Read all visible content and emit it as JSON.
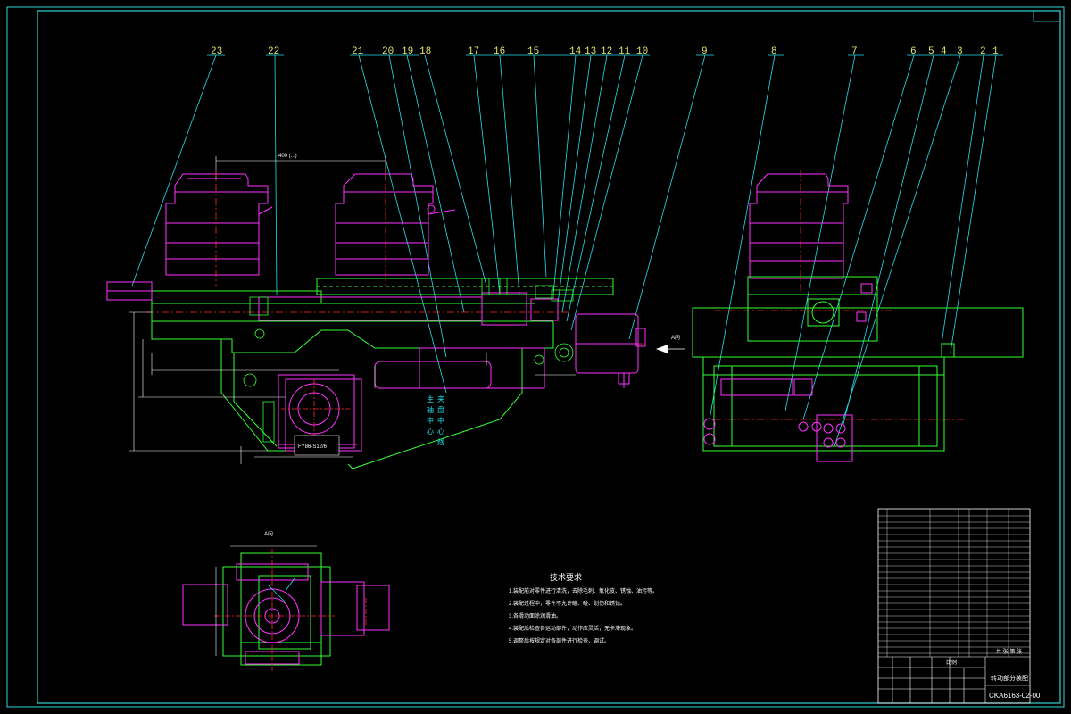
{
  "drawing": {
    "callouts": [
      "23",
      "22",
      "21",
      "20",
      "19",
      "18",
      "17",
      "16",
      "15",
      "14",
      "13",
      "12",
      "11",
      "10",
      "9",
      "8",
      "7",
      "6",
      "5",
      "4",
      "3",
      "2",
      "1"
    ],
    "dimension_top": "400 (...)",
    "view_label_right": "A向",
    "view_label_bottom": "A向",
    "cylinder_label": "FY86-S12/6",
    "axis_text_left": [
      "主",
      "轴",
      "中",
      "心"
    ],
    "axis_text_right": [
      "夹",
      "盘",
      "中",
      "心",
      "线"
    ]
  },
  "technical_requirements": {
    "title": "技术要求",
    "lines": [
      "1.装配前对零件进行清洗，去除毛刺、氧化皮、锈蚀、油污等。",
      "2.装配过程中，零件不允许磕、碰、划伤和锈蚀。",
      "3.各滑动面涂润滑油。",
      "4.装配后检查各运动部件，动作应灵活，无卡滞现象。",
      "5.调整后按规定对各部件进行检查、调试。"
    ]
  },
  "title_block": {
    "drawing_name": "转动部分装配",
    "drawing_number": "CKA6163-02-00",
    "scale_label": "比例",
    "sheet_label": "共  张 第  张"
  },
  "colors": {
    "frame": "#2fd6d6",
    "green": "#33ff33",
    "magenta": "#ff33ff",
    "red": "#ff2a2a",
    "cyan": "#22e0ee",
    "yellow": "#e6e66a",
    "white": "#ffffff"
  }
}
